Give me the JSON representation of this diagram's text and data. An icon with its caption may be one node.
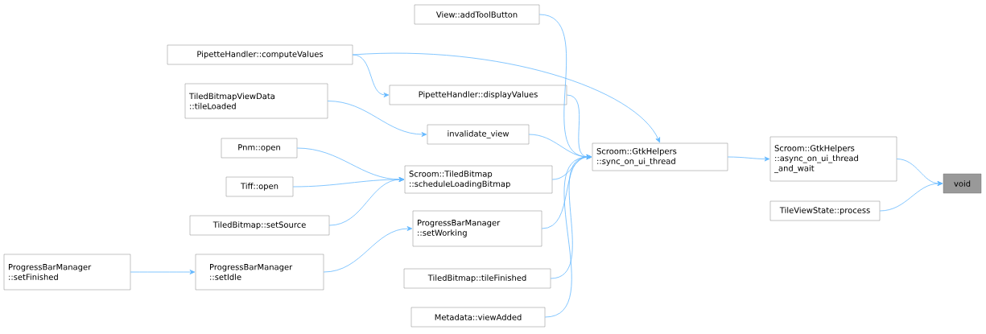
{
  "diagram": {
    "nodes": [
      {
        "text": [
          "void"
        ]
      },
      {
        "text": [
          "Scroom::GtkHelpers ::async_on_ui_thread _and_wait"
        ]
      },
      {
        "text": [
          "TileViewState::process"
        ]
      },
      {
        "text": [
          "Scroom::GtkHelpers ::sync_on_ui_thread"
        ]
      },
      {
        "text": [
          "View::addToolButton"
        ]
      },
      {
        "text": [
          "PipetteHandler::computeValues"
        ]
      },
      {
        "text": [
          "PipetteHandler::displayValues"
        ]
      },
      {
        "text": [
          "TiledBitmapViewData ::tileLoaded"
        ]
      },
      {
        "text": [
          "invalidate_view"
        ]
      },
      {
        "text": [
          "Pnm::open"
        ]
      },
      {
        "text": [
          "Scroom::TiledBitmap ::scheduleLoadingBitmap"
        ]
      },
      {
        "text": [
          "Tiff::open"
        ]
      },
      {
        "text": [
          "TiledBitmap::setSource"
        ]
      },
      {
        "text": [
          "ProgressBarManager ::setWorking"
        ]
      },
      {
        "text": [
          "ProgressBarManager ::setFinished"
        ]
      },
      {
        "text": [
          "ProgressBarManager ::setIdle"
        ]
      },
      {
        "text": [
          "TiledBitmap::tileFinished"
        ]
      },
      {
        "text": [
          "Metadata::viewAdded"
        ]
      }
    ],
    "edges": [
      {
        "from": 1,
        "to": 0,
        "arrow": "to"
      },
      {
        "from": 2,
        "to": 0,
        "arrow": "to"
      },
      {
        "from": 3,
        "to": 1,
        "arrow": "to"
      },
      {
        "from": 4,
        "to": 3,
        "arrow": "to"
      },
      {
        "from": 5,
        "to": 3,
        "arrow": "to"
      },
      {
        "from": 5,
        "to": 6,
        "arrow": "to"
      },
      {
        "from": 6,
        "to": 3,
        "arrow": "to"
      },
      {
        "from": 7,
        "to": 8,
        "arrow": "to"
      },
      {
        "from": 8,
        "to": 3,
        "arrow": "to"
      },
      {
        "from": 9,
        "to": 10,
        "arrow": "to"
      },
      {
        "from": 11,
        "to": 10,
        "arrow": "to"
      },
      {
        "from": 12,
        "to": 10,
        "arrow": "to"
      },
      {
        "from": 10,
        "to": 3,
        "arrow": "to"
      },
      {
        "from": 13,
        "to": 3,
        "arrow": "to"
      },
      {
        "from": 15,
        "to": 13,
        "arrow": "to"
      },
      {
        "from": 14,
        "to": 15,
        "arrow": "to"
      },
      {
        "from": 16,
        "to": 3,
        "arrow": "to"
      },
      {
        "from": 17,
        "to": 3,
        "arrow": "to"
      }
    ]
  }
}
